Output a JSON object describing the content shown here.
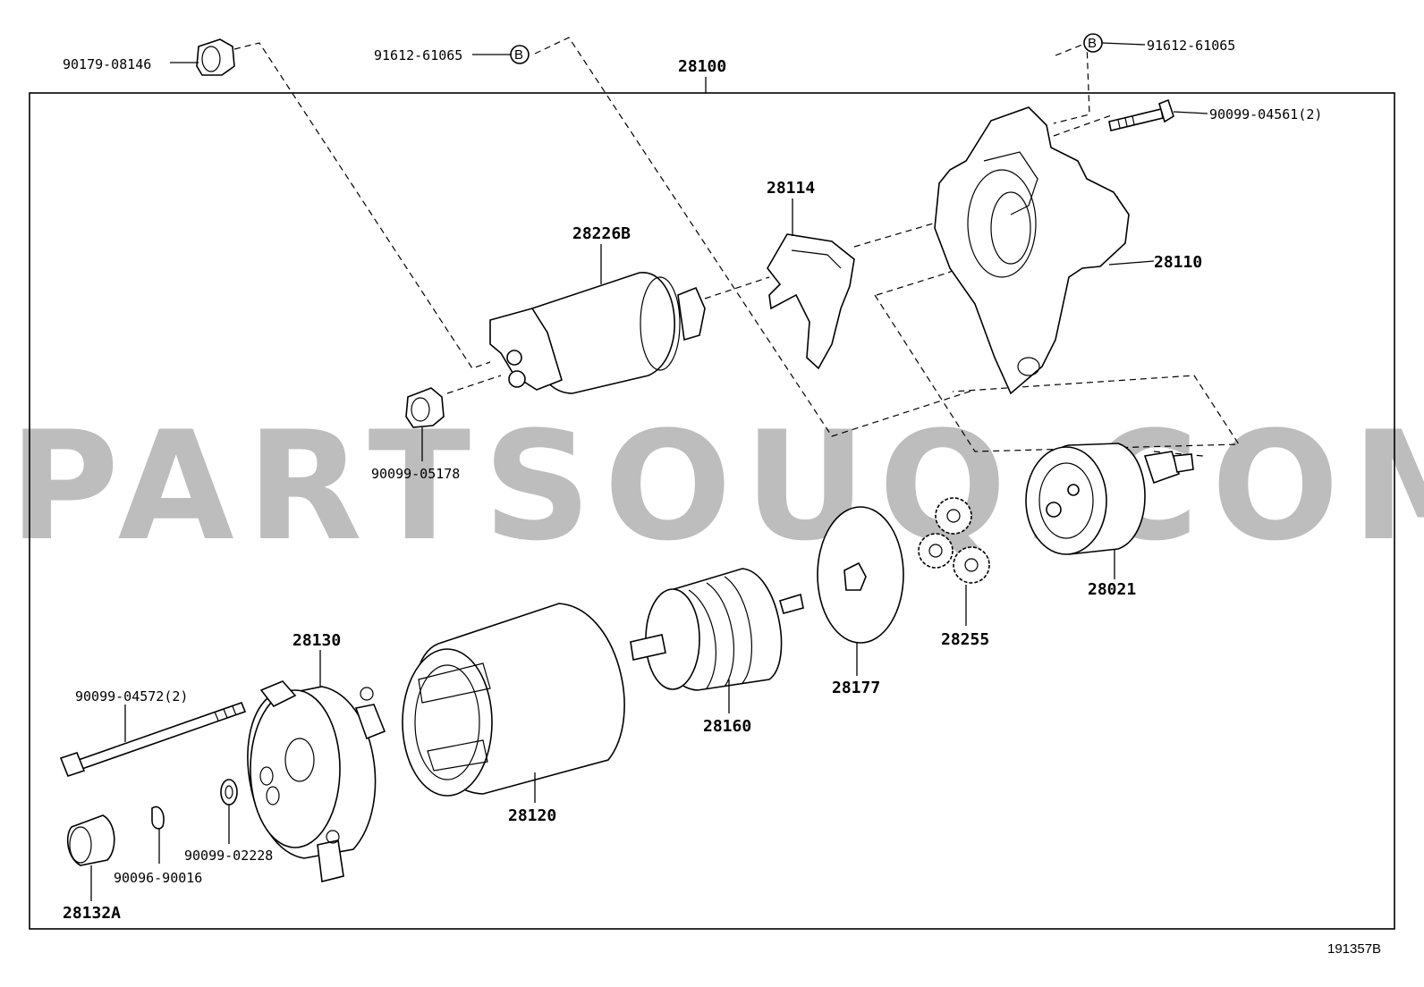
{
  "diagram": {
    "assembly_number": "28100",
    "reference_code": "191357B",
    "watermark": "PARTSOUQ.COM",
    "parts": [
      {
        "id": "p-90179-08146",
        "label": "90179-08146"
      },
      {
        "id": "p-91612-61065-left",
        "label": "91612-61065",
        "callout": "B"
      },
      {
        "id": "p-91612-61065-right",
        "label": "91612-61065",
        "callout": "B"
      },
      {
        "id": "p-90099-04561",
        "label": "90099-04561(2)"
      },
      {
        "id": "p-28114",
        "label": "28114"
      },
      {
        "id": "p-28226B",
        "label": "28226B"
      },
      {
        "id": "p-28110",
        "label": "28110"
      },
      {
        "id": "p-90099-05178",
        "label": "90099-05178"
      },
      {
        "id": "p-28021",
        "label": "28021"
      },
      {
        "id": "p-28255",
        "label": "28255"
      },
      {
        "id": "p-28177",
        "label": "28177"
      },
      {
        "id": "p-28160",
        "label": "28160"
      },
      {
        "id": "p-28130",
        "label": "28130"
      },
      {
        "id": "p-90099-04572",
        "label": "90099-04572(2)"
      },
      {
        "id": "p-28120",
        "label": "28120"
      },
      {
        "id": "p-90099-02228",
        "label": "90099-02228"
      },
      {
        "id": "p-90096-90016",
        "label": "90096-90016"
      },
      {
        "id": "p-28132A",
        "label": "28132A"
      }
    ]
  }
}
